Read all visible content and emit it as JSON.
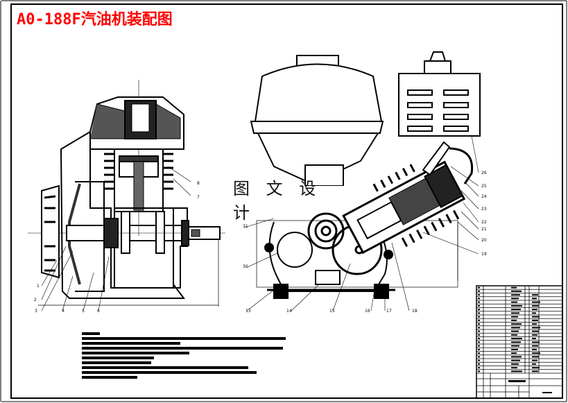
{
  "title": "A0-188F汽油机装配图",
  "watermark": "图 文 设 计",
  "colors": {
    "title": "#ff0000",
    "lines": "#000000",
    "background": "#ffffff"
  },
  "left_view": {
    "labels": [
      "1",
      "2",
      "3",
      "4",
      "5",
      "6",
      "7",
      "8"
    ]
  },
  "right_view": {
    "labels": [
      "31",
      "30",
      "13",
      "14",
      "15",
      "16",
      "17",
      "18",
      "19",
      "20",
      "21",
      "22",
      "23",
      "24",
      "25",
      "26"
    ]
  },
  "title_block": {
    "rows": 24
  }
}
